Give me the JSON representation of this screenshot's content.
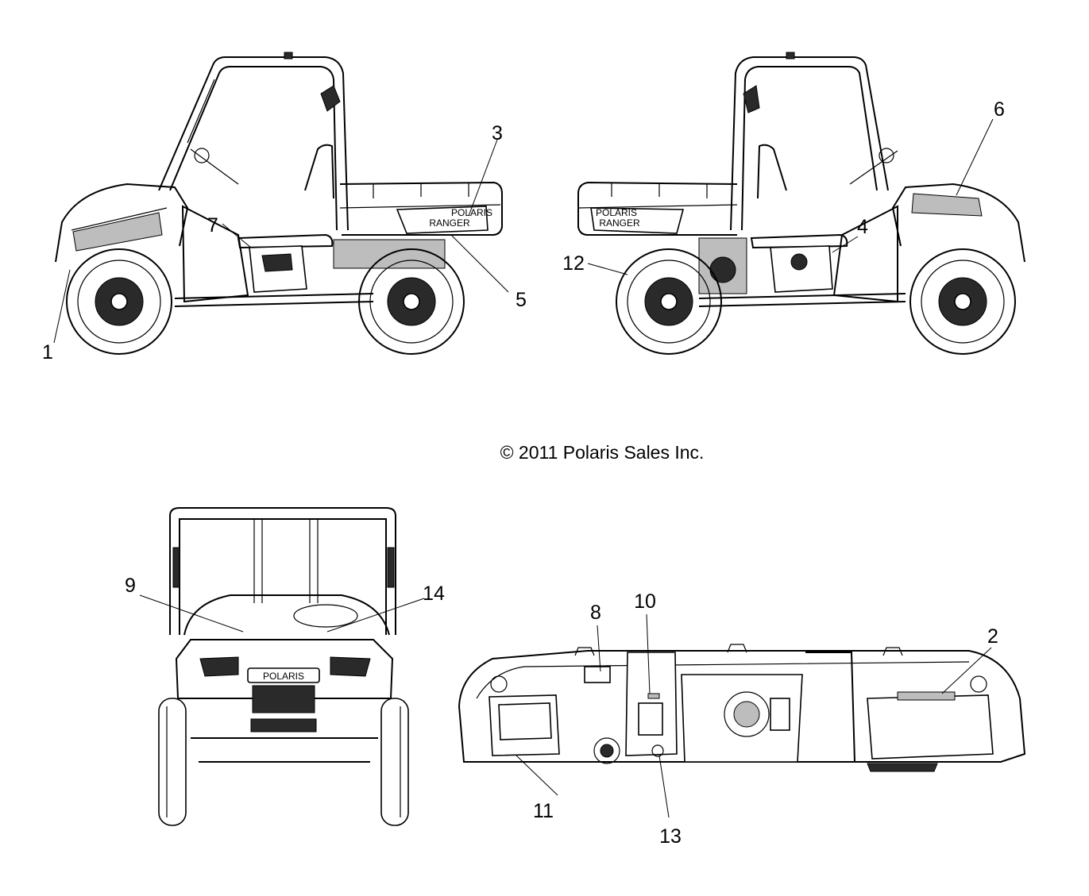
{
  "copyright": "© 2011 Polaris Sales Inc.",
  "decal_text": {
    "ranger_left": "RANGER",
    "ranger_right": "RANGER",
    "polaris_grille": "POLARIS"
  },
  "callouts": [
    "1",
    "2",
    "3",
    "4",
    "5",
    "6",
    "7",
    "8",
    "9",
    "10",
    "11",
    "12",
    "13",
    "14"
  ],
  "colors": {
    "line": "#000000",
    "background": "#ffffff"
  }
}
